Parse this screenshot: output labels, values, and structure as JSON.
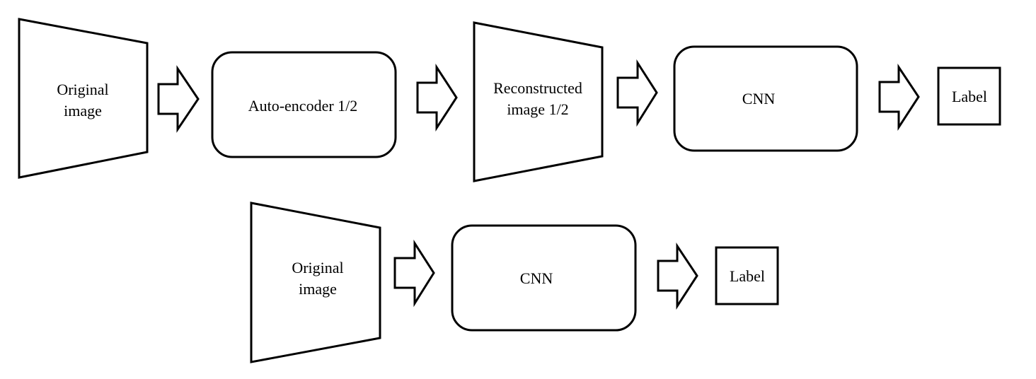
{
  "pipeline_top": {
    "input_label_line1": "Original",
    "input_label_line2": "image",
    "autoencoder_label": "Auto-encoder 1/2",
    "reconstructed_label_line1": "Reconstructed",
    "reconstructed_label_line2": "image 1/2",
    "cnn_label": "CNN",
    "output_label": "Label"
  },
  "pipeline_bottom": {
    "input_label_line1": "Original",
    "input_label_line2": "image",
    "cnn_label": "CNN",
    "output_label": "Label"
  }
}
